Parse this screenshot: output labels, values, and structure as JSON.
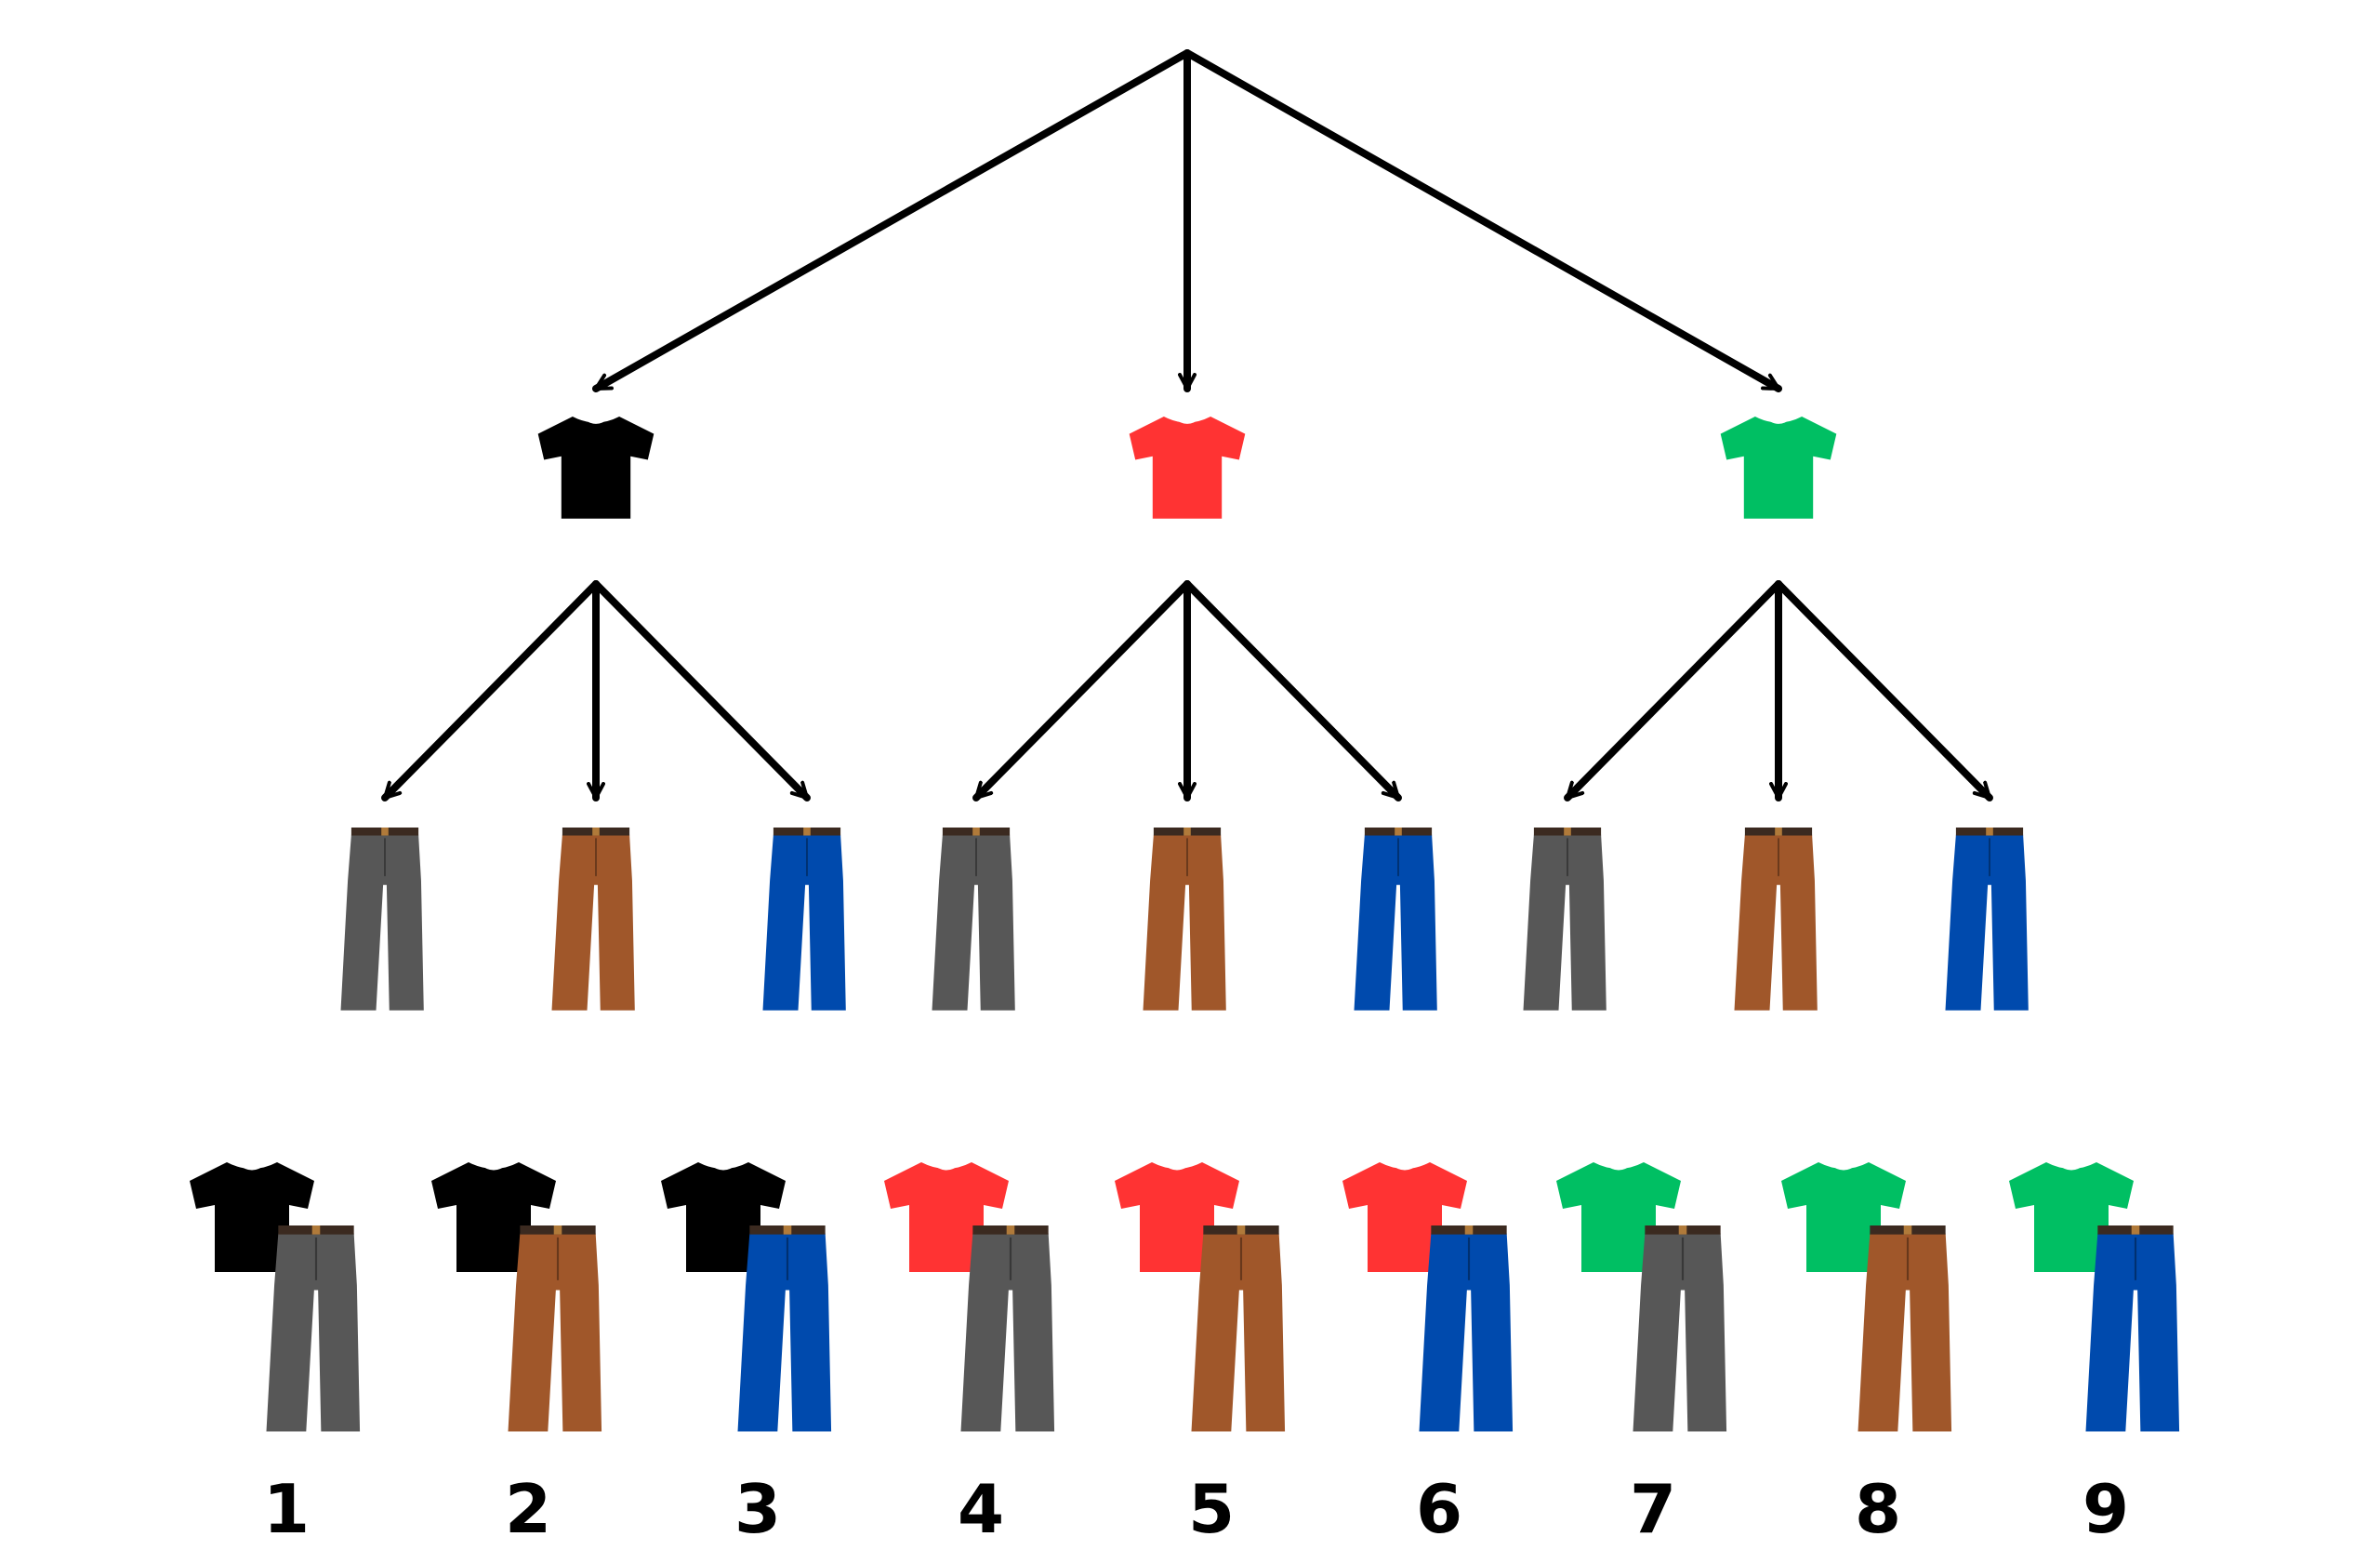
{
  "colors": {
    "arrow": "#000000",
    "belt": "#3b2a20",
    "buckle": "#b07a3a",
    "neckline": "#ffffff",
    "background": "#ffffff"
  },
  "shirts": [
    {
      "name": "black",
      "color": "#000000"
    },
    {
      "name": "red",
      "color": "#ff3333"
    },
    {
      "name": "green",
      "color": "#00bf63"
    }
  ],
  "pants": [
    {
      "name": "gray",
      "color": "#575757"
    },
    {
      "name": "brown",
      "color": "#a0572a"
    },
    {
      "name": "blue",
      "color": "#004aad"
    }
  ],
  "outfits": [
    {
      "number": "1",
      "shirt": "black",
      "pants": "gray"
    },
    {
      "number": "2",
      "shirt": "black",
      "pants": "brown"
    },
    {
      "number": "3",
      "shirt": "black",
      "pants": "blue"
    },
    {
      "number": "4",
      "shirt": "red",
      "pants": "gray"
    },
    {
      "number": "5",
      "shirt": "red",
      "pants": "brown"
    },
    {
      "number": "6",
      "shirt": "red",
      "pants": "blue"
    },
    {
      "number": "7",
      "shirt": "green",
      "pants": "gray"
    },
    {
      "number": "8",
      "shirt": "green",
      "pants": "brown"
    },
    {
      "number": "9",
      "shirt": "green",
      "pants": "blue"
    }
  ]
}
